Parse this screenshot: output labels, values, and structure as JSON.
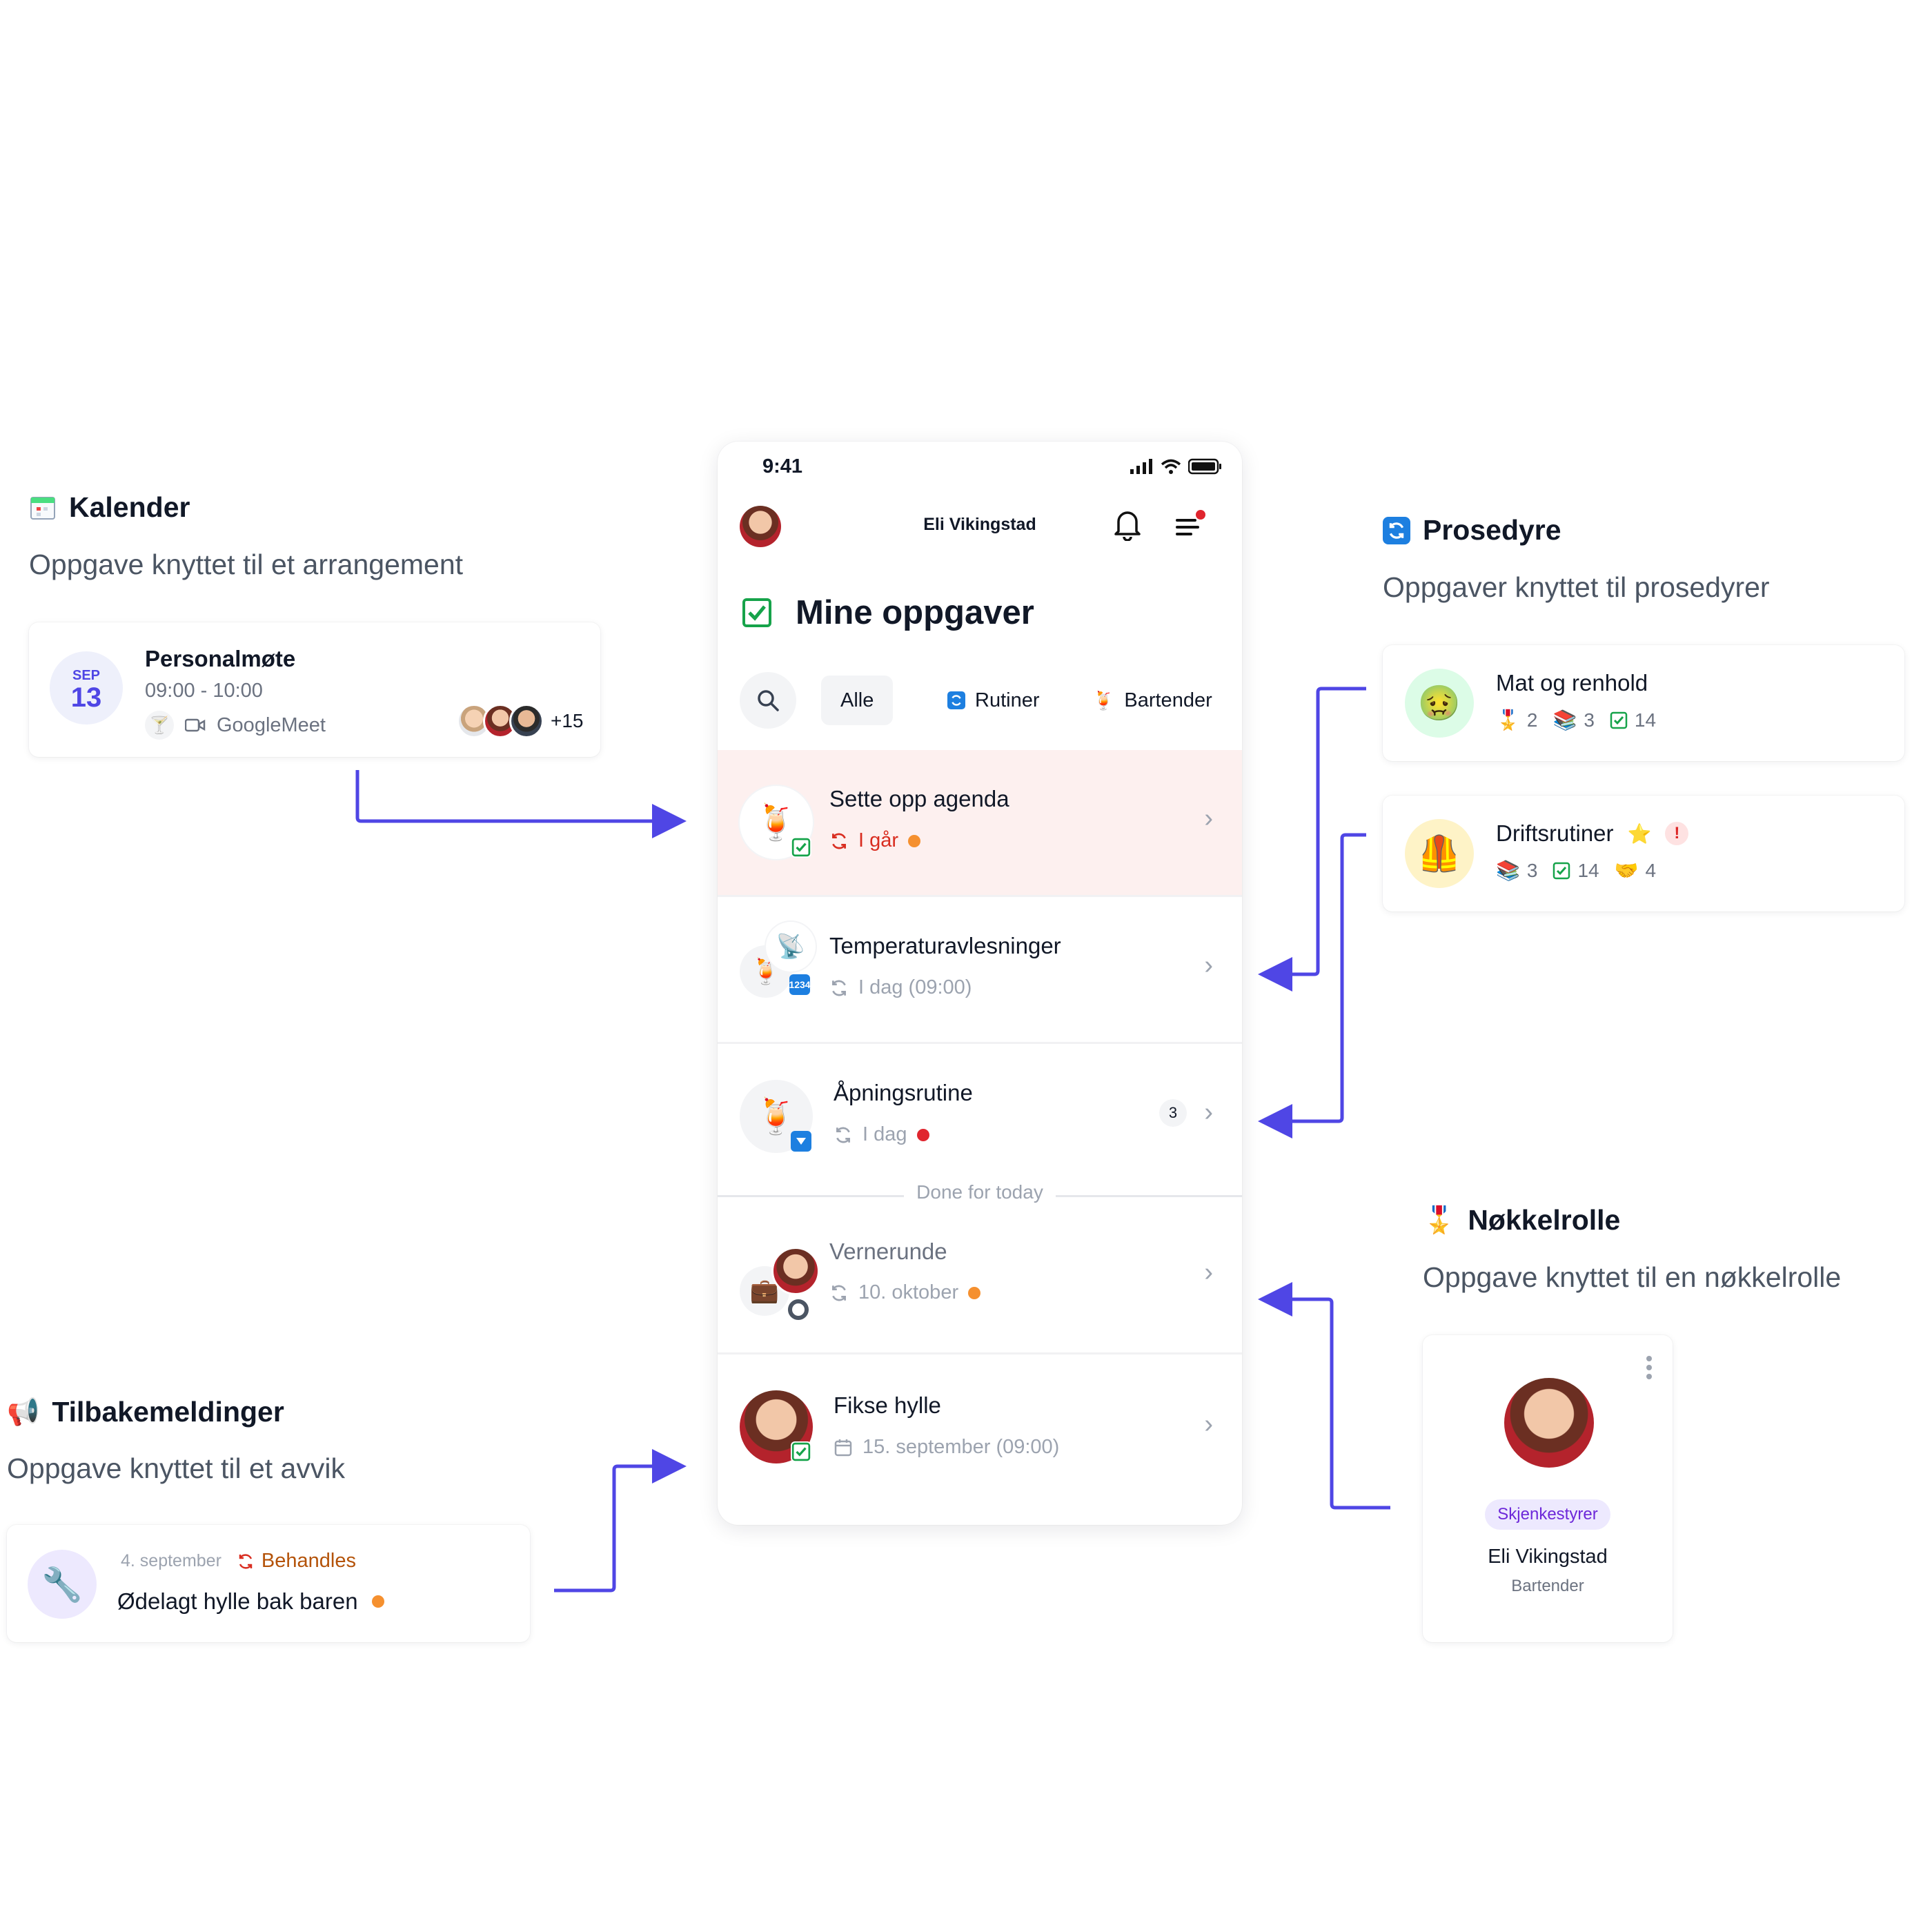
{
  "calendar_section": {
    "icon": "calendar-icon",
    "title": "Kalender",
    "subtitle": "Oppgave knyttet til et arrangement",
    "event": {
      "month": "SEP",
      "day": "13",
      "title": "Personalmøte",
      "time": "09:00 - 10:00",
      "meeting": "GoogleMeet",
      "extra_attendees": "+15"
    }
  },
  "feedback_section": {
    "icon": "megaphone-icon",
    "title": "Tilbakemeldinger",
    "subtitle": "Oppgave knyttet til et avvik",
    "item": {
      "date": "4. september",
      "status": "Behandles",
      "title": "Ødelagt hylle bak baren"
    }
  },
  "procedure_section": {
    "icon": "refresh-icon",
    "title": "Prosedyre",
    "subtitle": "Oppgaver knyttet til prosedyrer",
    "items": [
      {
        "title": "Mat og renhold",
        "stats": [
          "2",
          "3",
          "14"
        ]
      },
      {
        "title": "Driftsrutiner",
        "stats": [
          "3",
          "14",
          "4"
        ]
      }
    ]
  },
  "keyrole_section": {
    "icon": "medal-icon",
    "title": "Nøkkelrolle",
    "subtitle": "Oppgave knyttet til en nøkkelrolle",
    "card": {
      "role_badge": "Skjenkestyrer",
      "name": "Eli Vikingstad",
      "position": "Bartender"
    }
  },
  "phone": {
    "status_time": "9:41",
    "user_name": "Eli Vikingstad",
    "page_title": "Mine oppgaver",
    "filters": [
      "Alle",
      "Rutiner",
      "Bartender"
    ],
    "tasks": [
      {
        "title": "Sette opp agenda",
        "meta": "I går",
        "status_color": "#f5902f",
        "highlight": true
      },
      {
        "title": "Temperaturavlesninger",
        "meta": "I dag (09:00)"
      },
      {
        "title": "Åpningsrutine",
        "meta": "I dag",
        "count": "3",
        "status_color": "#e0252e"
      }
    ],
    "divider_label": "Done for today",
    "done_tasks": [
      {
        "title": "Vernerunde",
        "meta": "10. oktober",
        "status_color": "#f5902f"
      },
      {
        "title": "Fikse hylle",
        "meta": "15. september (09:00)"
      }
    ]
  },
  "colors": {
    "accent": "#4f46e5",
    "arrow": "#4f46e5",
    "highlight_bg": "#fdf0ef",
    "danger": "#d92d20",
    "warning": "#f5902f",
    "check_green": "#16a34a",
    "role_badge_bg": "#ede9fe",
    "role_badge_text": "#6d28d9",
    "feedback_status": "#b45309"
  }
}
